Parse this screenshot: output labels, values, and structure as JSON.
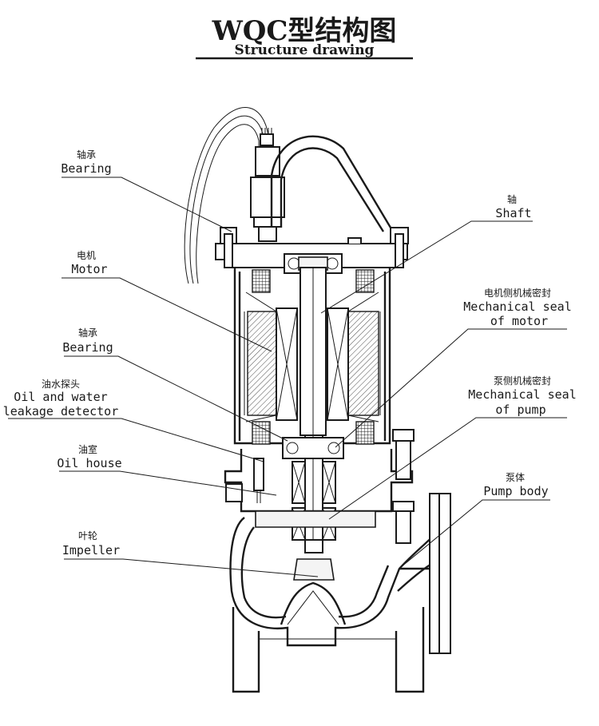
{
  "title": {
    "cn": "WQC型结构图",
    "en": "Structure drawing"
  },
  "labels": [
    {
      "id": "bearing-top",
      "cn": "轴承",
      "en": [
        "Bearing"
      ]
    },
    {
      "id": "motor",
      "cn": "电机",
      "en": [
        "Motor"
      ]
    },
    {
      "id": "bearing-mid",
      "cn": "轴承",
      "en": [
        "Bearing"
      ]
    },
    {
      "id": "leak-detector",
      "cn": "油水探头",
      "en": [
        "Oil and water",
        "leakage detector"
      ]
    },
    {
      "id": "oil-house",
      "cn": "油室",
      "en": [
        "Oil house"
      ]
    },
    {
      "id": "impeller",
      "cn": "叶轮",
      "en": [
        "Impeller"
      ]
    },
    {
      "id": "shaft",
      "cn": "轴",
      "en": [
        "Shaft"
      ]
    },
    {
      "id": "seal-motor",
      "cn": "电机侧机械密封",
      "en": [
        "Mechanical seal",
        "of motor"
      ]
    },
    {
      "id": "seal-pump",
      "cn": "泵侧机械密封",
      "en": [
        "Mechanical seal",
        "of pump"
      ]
    },
    {
      "id": "pump-body",
      "cn": "泵体",
      "en": [
        "Pump body"
      ]
    }
  ]
}
